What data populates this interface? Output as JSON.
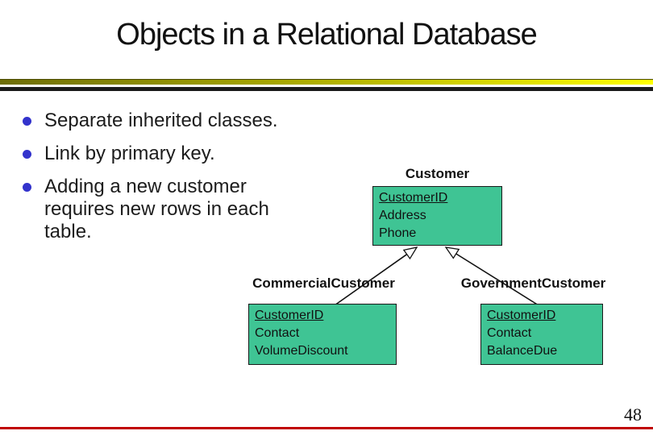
{
  "slide": {
    "title": "Objects in a Relational Database",
    "page_number": "48",
    "bullets": [
      "Separate inherited classes.",
      "Link by primary key.",
      "Adding a new customer requires new rows in each table."
    ]
  },
  "diagram": {
    "parent": {
      "label": "Customer",
      "attributes": [
        "CustomerID",
        "Address",
        "Phone"
      ]
    },
    "children": [
      {
        "label": "CommercialCustomer",
        "attributes": [
          "CustomerID",
          "Contact",
          "VolumeDiscount"
        ]
      },
      {
        "label": "GovernmentCustomer",
        "attributes": [
          "CustomerID",
          "Contact",
          "BalanceDue"
        ]
      }
    ],
    "relationship": "inheritance"
  },
  "colors": {
    "class_box_fill": "#3fc494",
    "class_box_border": "#1a1a1a",
    "bullet_dot": "#3333cc",
    "title_text": "#111111",
    "divider_gradient_start": "#6e6e08",
    "divider_gradient_end": "#ffff00",
    "divider_black": "#1a1a1a",
    "footer_line": "#c00000"
  }
}
